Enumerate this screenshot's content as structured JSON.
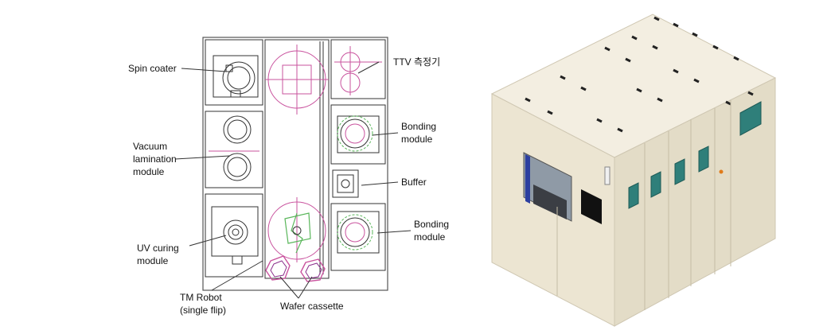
{
  "labels": {
    "spin_coater": "Spin coater",
    "ttv": "TTV 측정기",
    "vacuum_1": "Vacuum",
    "vacuum_2": "lamination",
    "vacuum_3": "module",
    "bonding_top_1": "Bonding",
    "bonding_top_2": "module",
    "buffer": "Buffer",
    "bonding_bottom_1": "Bonding",
    "bonding_bottom_2": "module",
    "uv_1": "UV curing",
    "uv_2": "module",
    "tm_1": "TM Robot",
    "tm_2": "(single flip)",
    "wafer_cassette": "Wafer cassette"
  },
  "colors": {
    "machine_body": "#efe9d8",
    "machine_shade": "#ddd6c2",
    "window": "#2f7f7a",
    "accent_pink": "#c9539e",
    "robot_green": "#59b65a"
  }
}
